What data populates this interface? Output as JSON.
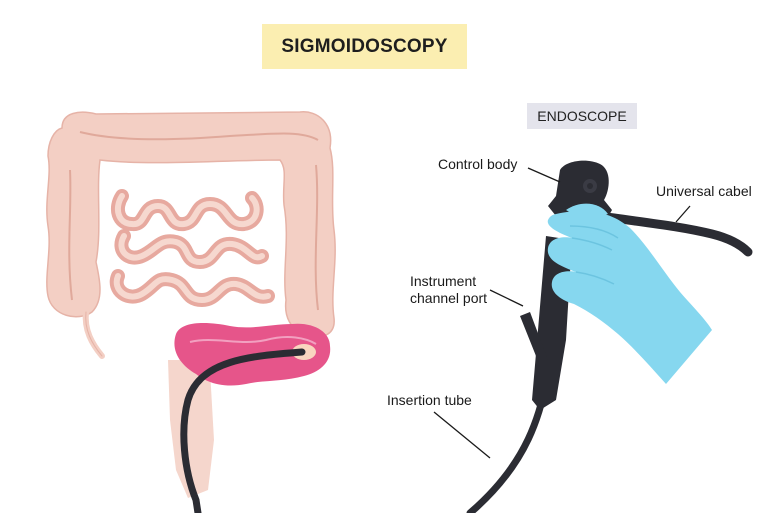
{
  "title": "SIGMOIDOSCOPY",
  "endoscope_label": "ENDOSCOPE",
  "labels": {
    "control_body": "Control body",
    "universal_cable": "Universal cabel",
    "instrument_channel_line1": "Instrument",
    "instrument_channel_line2": "channel port",
    "insertion_tube": "Insertion tube"
  },
  "colors": {
    "colon": "#f3cfc4",
    "colon_outline": "#e6b3a7",
    "small_intestine": "#e7a99f",
    "sigmoid": "#e6558a",
    "sigmoid_light": "#f2a0c0",
    "endoscope": "#2b2c33",
    "glove": "#86d7ef",
    "title_bg": "#fbeeb1",
    "tag_bg": "#e4e4ec"
  },
  "icons": [
    "colon-illustration",
    "endoscope-illustration",
    "gloved-hand-illustration"
  ]
}
